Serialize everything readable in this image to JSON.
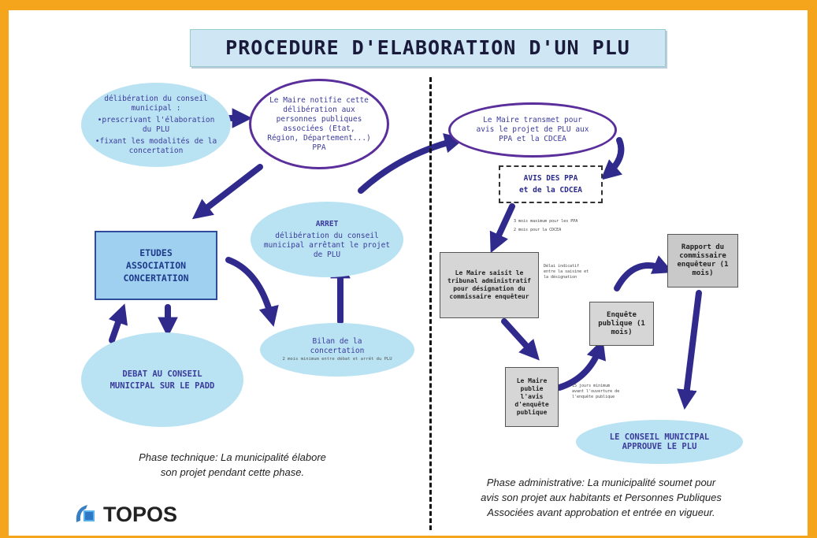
{
  "title": "PROCEDURE D'ELABORATION D'UN PLU",
  "left": {
    "deliberation": [
      "délibération du conseil municipal :",
      "•prescrivant l'élaboration du PLU",
      "•fixant les modalités de la concertation"
    ],
    "notify": "Le Maire notifie cette délibération aux personnes publiques associées (Etat, Région, Département...) PPA",
    "studies": [
      "ETUDES",
      "ASSOCIATION",
      "CONCERTATION"
    ],
    "debat": [
      "DEBAT AU CONSEIL",
      "MUNICIPAL SUR LE PADD"
    ],
    "arret": [
      "ARRET",
      "délibération du conseil municipal arrêtant le projet de PLU"
    ],
    "bilan": [
      "Bilan de la",
      "concertation"
    ],
    "bilan_note": "2 mois minimum entre débat et arrêt du PLU"
  },
  "right": {
    "transmet": "Le Maire transmet pour avis le projet de PLU aux PPA et la CDCEA",
    "avis": [
      "AVIS DES PPA",
      "et de la CDCEA"
    ],
    "avis_note": [
      "3 mois maximum pour les PPA",
      "2 mois pour la CDCEA"
    ],
    "saisit": "Le Maire saisit le tribunal administratif pour désignation du commissaire enquêteur",
    "saisit_note": "Délai indicatif entre la saisine et la désignation",
    "publie": "Le Maire publie l'avis d'enquête publique",
    "publie_note": "15 jours minimum avant l'ouverture de l'enquête publique",
    "enquete": "Enquête publique (1 mois)",
    "rapport": "Rapport du commissaire enquêteur (1 mois)",
    "approuve": [
      "LE CONSEIL MUNICIPAL",
      "APPROUVE LE PLU"
    ]
  },
  "phase_left": [
    "Phase technique: La municipalité élabore",
    "son projet pendant cette phase."
  ],
  "phase_right": [
    "Phase administrative: La municipalité soumet pour",
    "avis son projet aux habitants et Personnes Publiques",
    "Associées avant approbation et entrée en vigueur."
  ],
  "logo": "TOPOS",
  "colors": {
    "frame": "#f4a51c",
    "arrow": "#2f2a8c",
    "bubble": "#b9e3f3",
    "box_grey": "#d6d6d6"
  }
}
